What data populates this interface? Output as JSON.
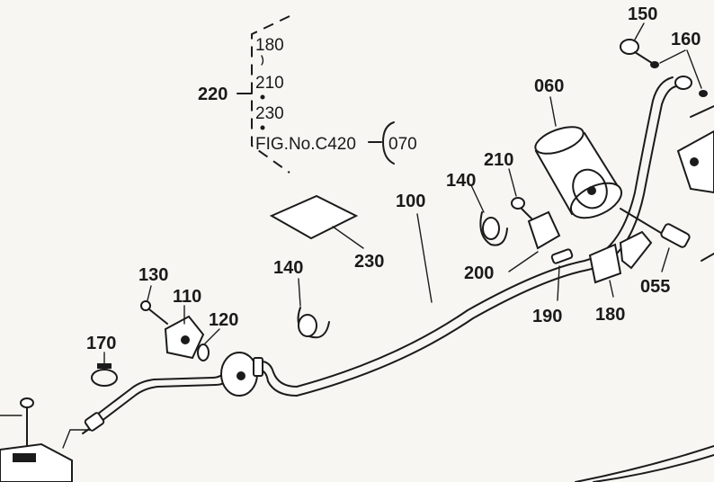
{
  "labels": {
    "p060": "060",
    "p100": "100",
    "p110": "110",
    "p120": "120",
    "p130": "130",
    "p140a": "140",
    "p140b": "140",
    "p150": "150",
    "p160": "160",
    "p170": "170",
    "p180": "180",
    "p190": "190",
    "p200": "200",
    "p210": "210",
    "p220": "220",
    "p230": "230",
    "p055": "055"
  },
  "group_220": {
    "item1": "180",
    "item2": "210",
    "item3": "230",
    "fig_ref": "FIG.No.C420",
    "fig_item": "070"
  }
}
